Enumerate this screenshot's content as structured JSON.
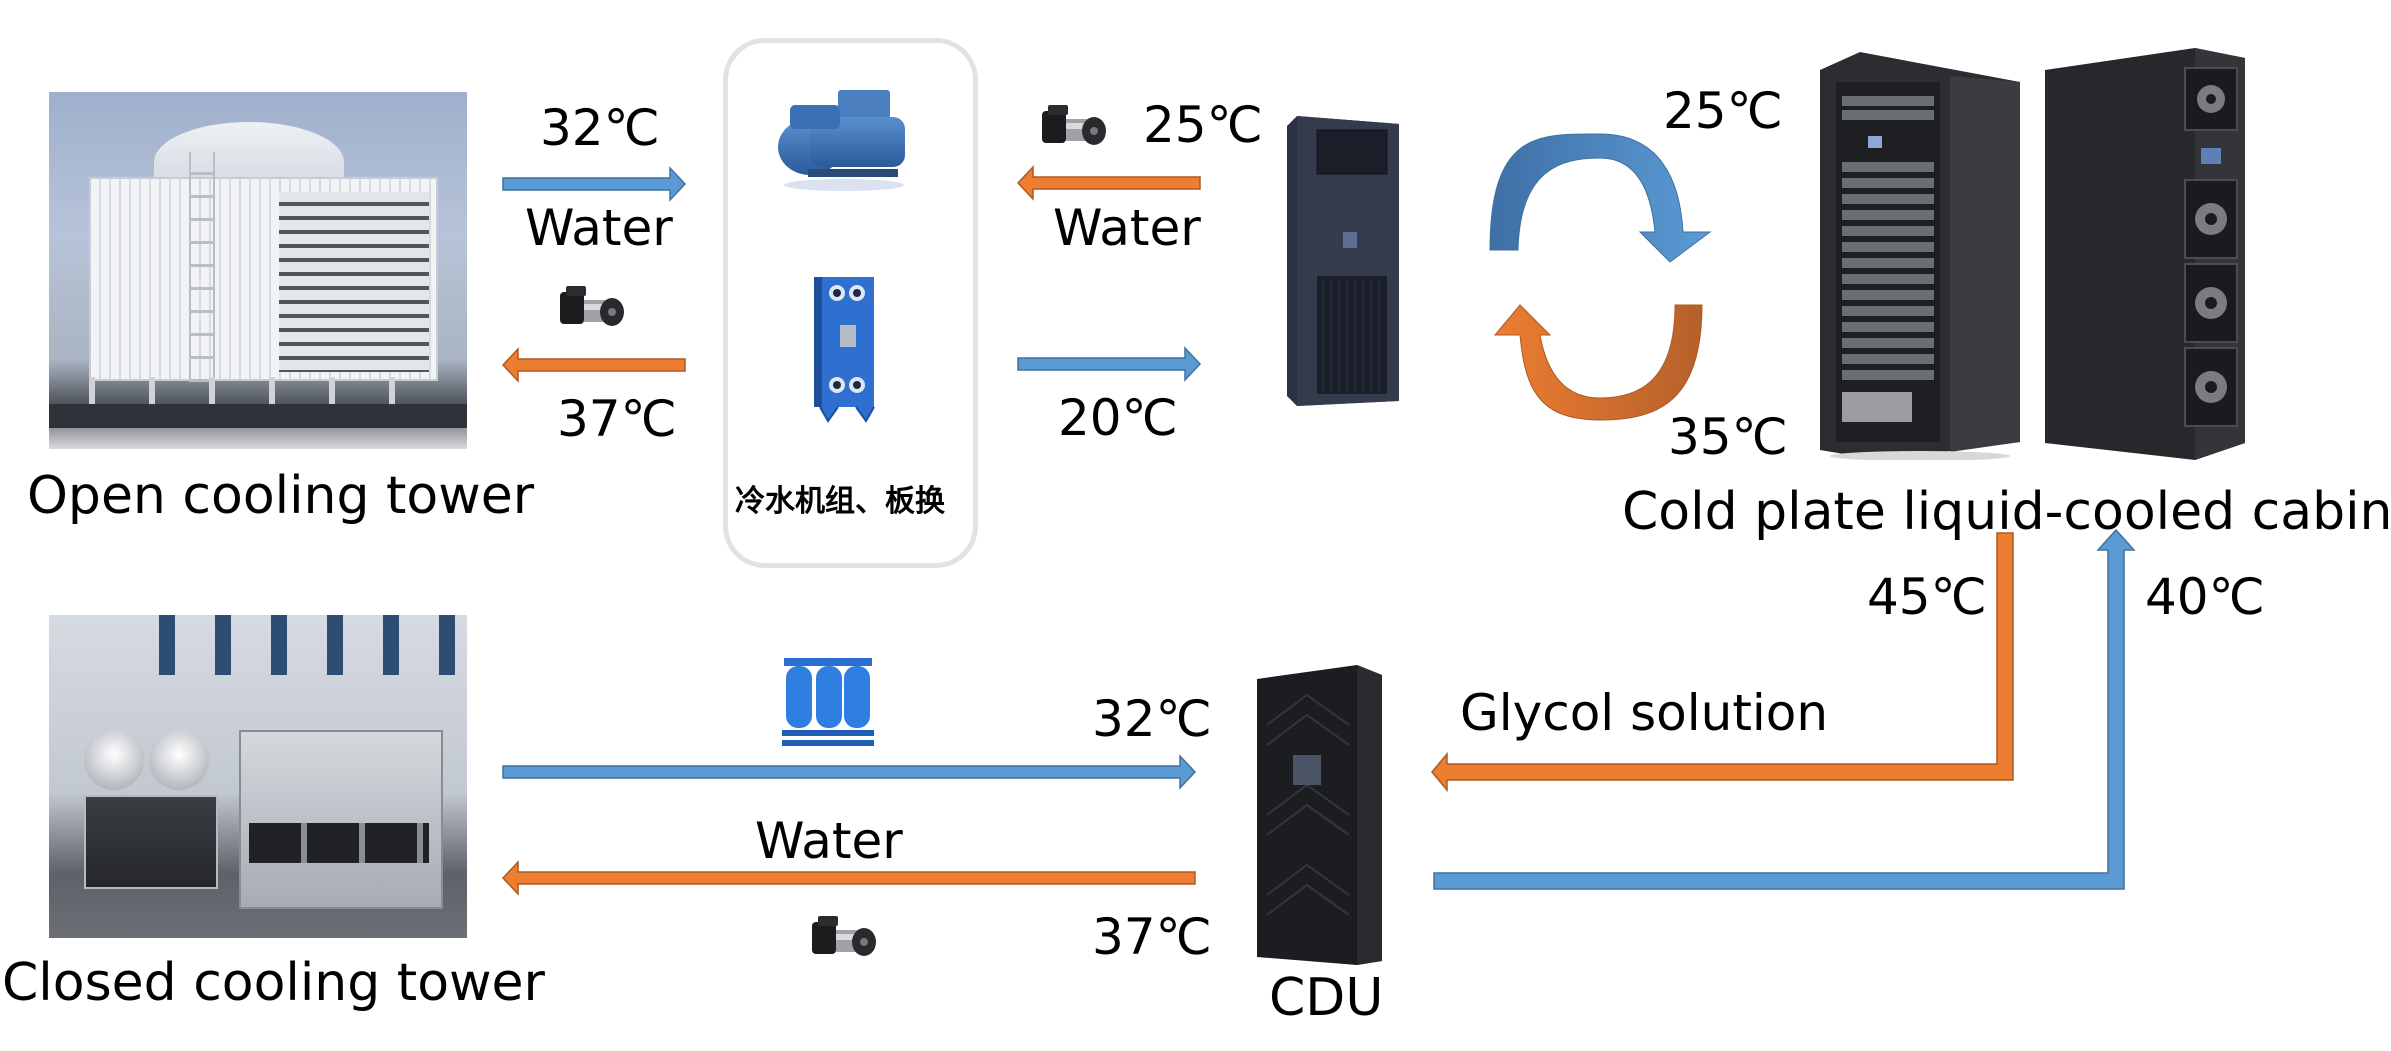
{
  "diagram": {
    "title": "Liquid cooling system water/glycol loop diagram",
    "colors": {
      "supply_cold": "#5b9bd5",
      "return_hot": "#ed7d31",
      "panel_border": "#e2e2e2",
      "text": "#000000"
    },
    "nodes": {
      "open_cooling_tower": {
        "label": "Open cooling tower",
        "icon": "cooling-tower-open"
      },
      "chiller_plate_hx": {
        "label": "冷水机组、板换",
        "icon": "chiller-and-plate-heat-exchanger"
      },
      "crac_unit": {
        "label": "",
        "icon": "precision-air-conditioner"
      },
      "cold_plate_cabinet": {
        "label": "Cold plate liquid-cooled cabinet",
        "icon": "server-cabinets"
      },
      "closed_cooling_tower": {
        "label": "Closed cooling tower",
        "icon": "cooling-tower-closed"
      },
      "cdu": {
        "label": "CDU",
        "icon": "coolant-distribution-unit"
      },
      "filter": {
        "label": "",
        "icon": "water-filter"
      }
    },
    "loops": {
      "open_tower_loop": {
        "supply_temp": "32℃",
        "return_temp": "37℃",
        "medium": "Water",
        "pump_icon": "pump"
      },
      "chilled_water_loop": {
        "return_temp": "25℃",
        "supply_temp": "20℃",
        "medium": "Water",
        "pump_icon": "pump"
      },
      "air_loop": {
        "cold_temp": "25℃",
        "hot_temp": "35℃"
      },
      "cabinet_glycol_loop": {
        "out_temp": "45℃",
        "in_temp": "40℃",
        "medium": "Glycol solution"
      },
      "closed_tower_loop": {
        "supply_temp": "32℃",
        "return_temp": "37℃",
        "medium": "Water",
        "pump_icon": "pump",
        "filter_icon": "water-filter"
      }
    }
  }
}
